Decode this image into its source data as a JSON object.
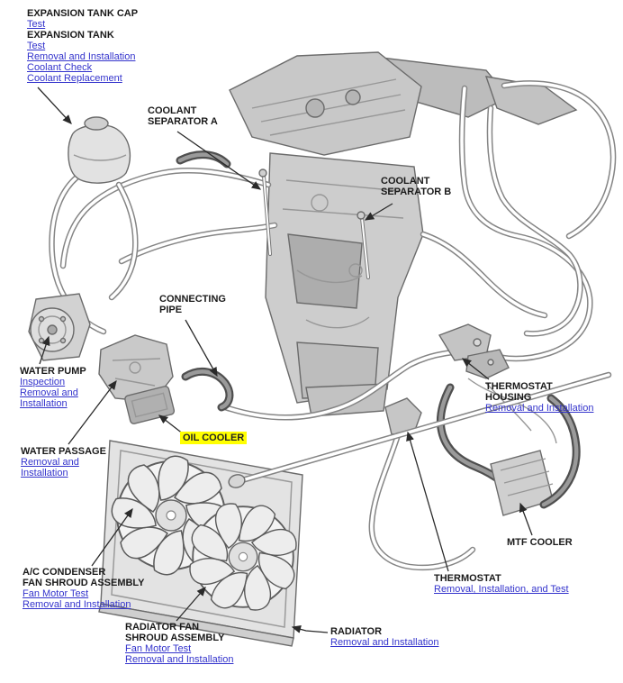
{
  "colors": {
    "link": "#3333cc",
    "label": "#1a1a1a",
    "highlight": "#ffff00"
  },
  "callouts": {
    "expansion_tank_cap": {
      "title": "EXPANSION TANK CAP",
      "links": [
        "Test"
      ]
    },
    "expansion_tank": {
      "title": "EXPANSION TANK",
      "links": [
        "Test",
        "Removal and Installation",
        "Coolant Check",
        "Coolant Replacement"
      ]
    },
    "coolant_separator_a": {
      "title_lines": [
        "COOLANT",
        "SEPARATOR A"
      ]
    },
    "coolant_separator_b": {
      "title_lines": [
        "COOLANT",
        "SEPARATOR B"
      ]
    },
    "connecting_pipe": {
      "title_lines": [
        "CONNECTING",
        "PIPE"
      ]
    },
    "water_pump": {
      "title": "WATER PUMP",
      "links": [
        "Inspection",
        "Removal and Installation"
      ]
    },
    "water_passage": {
      "title": "WATER PASSAGE",
      "links": [
        "Removal and Installation"
      ]
    },
    "oil_cooler": {
      "title": "OIL COOLER"
    },
    "thermostat_housing": {
      "title_lines": [
        "THERMOSTAT",
        "HOUSING"
      ],
      "links": [
        "Removal and Installation"
      ]
    },
    "mtf_cooler": {
      "title": "MTF COOLER"
    },
    "ac_condenser_fan_shroud": {
      "title_lines": [
        "A/C CONDENSER",
        "FAN SHROUD ASSEMBLY"
      ],
      "links": [
        "Fan Motor Test",
        "Removal and Installation"
      ]
    },
    "radiator_fan_shroud": {
      "title_lines": [
        "RADIATOR FAN",
        "SHROUD ASSEMBLY"
      ],
      "links": [
        "Fan Motor Test",
        "Removal and Installation"
      ]
    },
    "thermostat": {
      "title": "THERMOSTAT",
      "links": [
        "Removal, Installation, and Test"
      ]
    },
    "radiator": {
      "title": "RADIATOR",
      "links": [
        "Removal and Installation"
      ]
    }
  }
}
